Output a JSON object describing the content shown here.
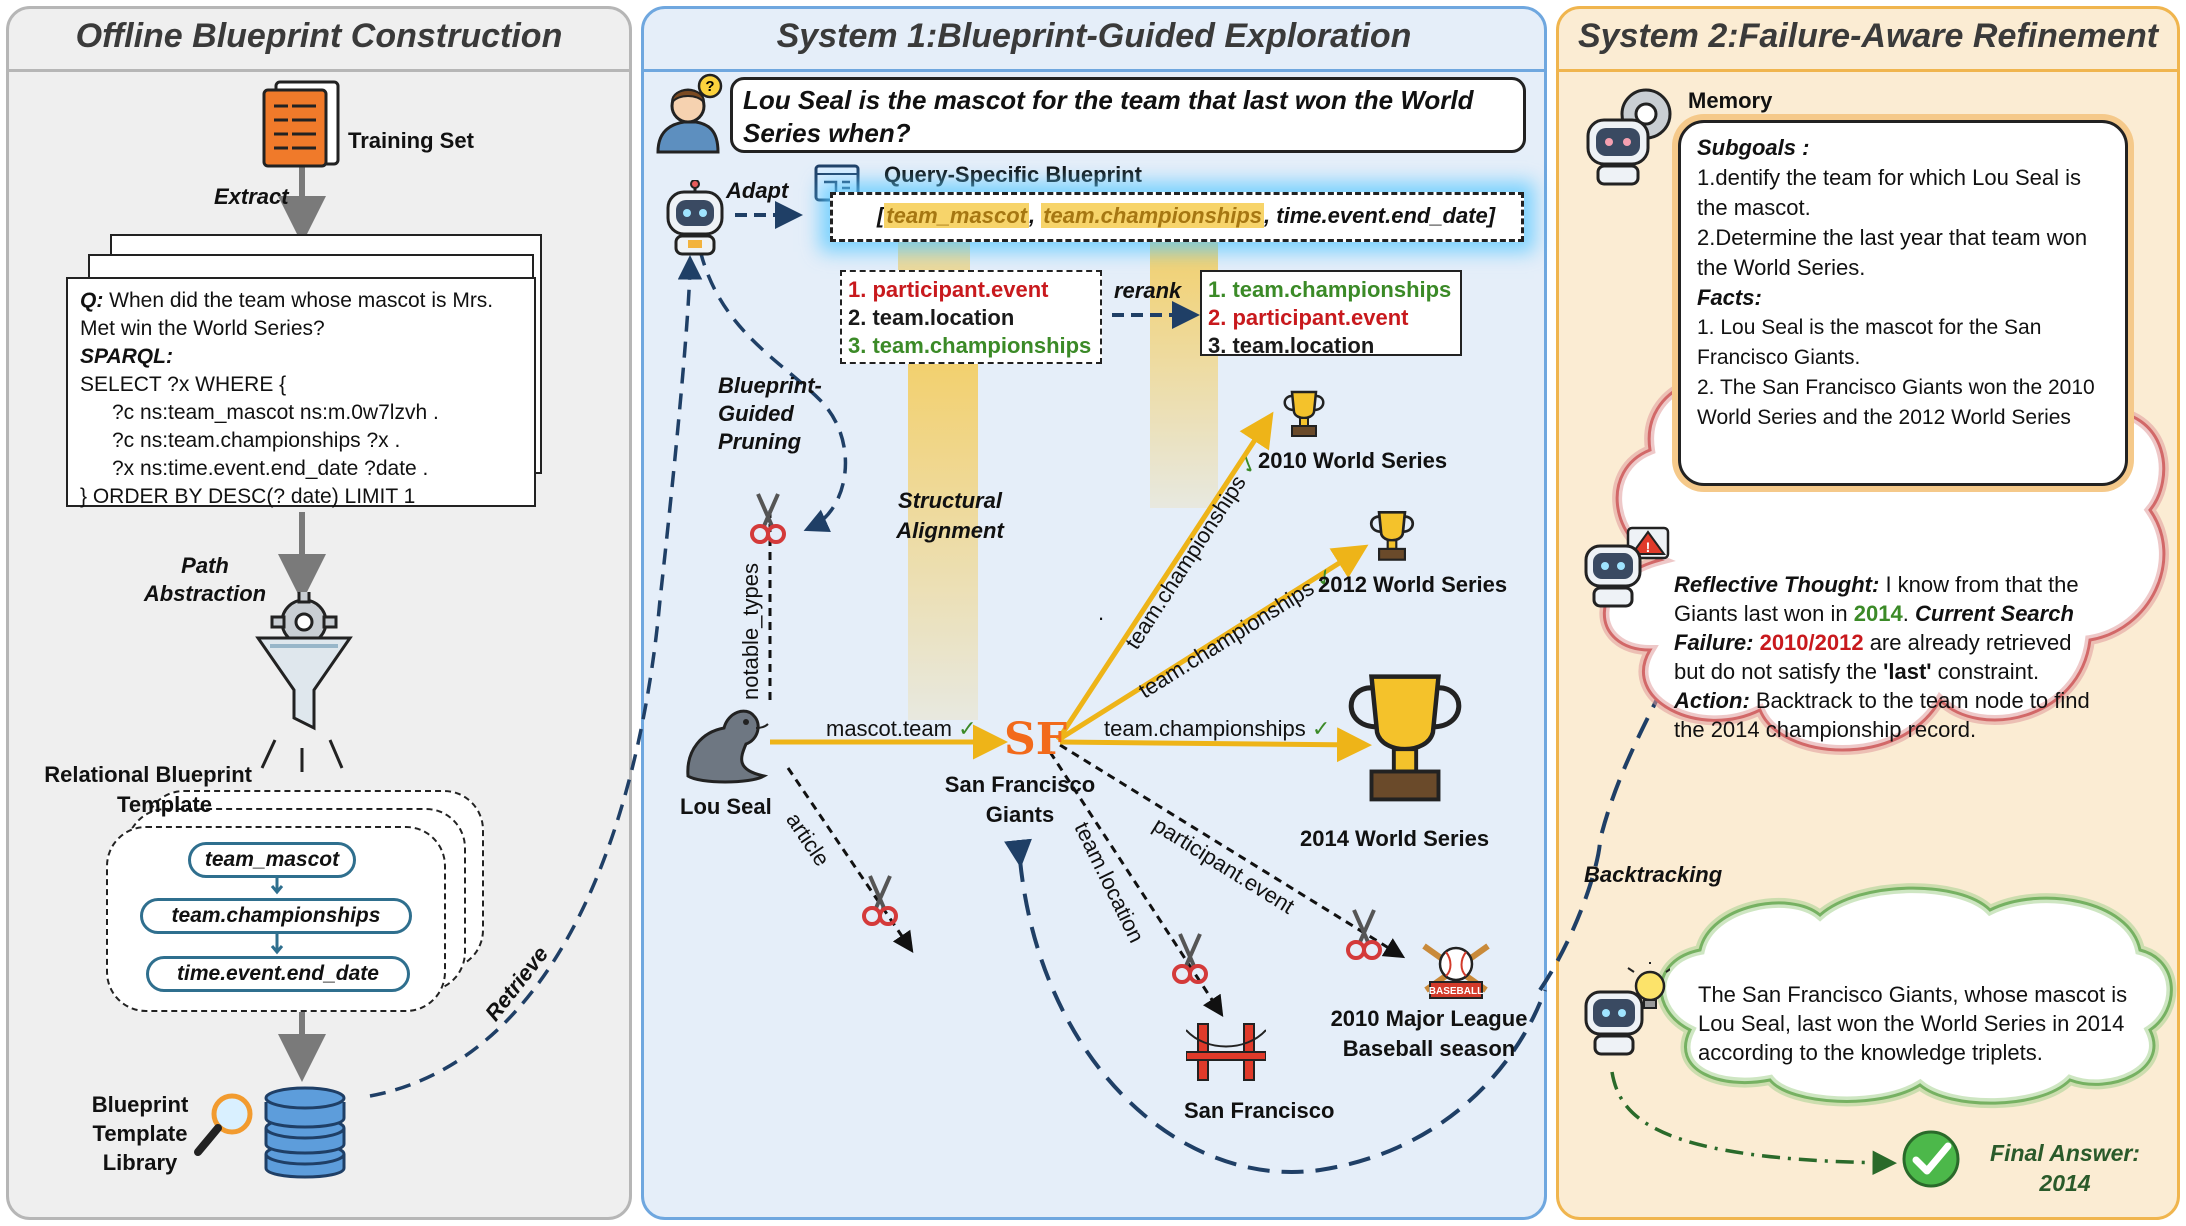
{
  "panels": {
    "offline": {
      "title": "Offline Blueprint Construction"
    },
    "system1": {
      "title": "System 1:Blueprint-Guided Exploration"
    },
    "system2": {
      "title": "System 2:Failure-Aware Refinement"
    }
  },
  "offline": {
    "training_set": "Training Set",
    "extract": "Extract",
    "query_card": {
      "q_label": "Q:",
      "q_text_1": " When did the team whose mascot is Mrs.",
      "q_text_2": "Met win the World Series?",
      "sparql_label": "SPARQL:",
      "lines": [
        "SELECT ?x WHERE {",
        "?c ns:team_mascot ns:m.0w7lzvh .",
        "?c ns:team.championships ?x .",
        "?x ns:time.event.end_date ?date .",
        "} ORDER BY DESC(? date) LIMIT 1"
      ]
    },
    "path_abstraction_1": "Path",
    "path_abstraction_2": "Abstraction",
    "rbt_1": "Relational Blueprint",
    "rbt_2": "Template",
    "pills": [
      "team_mascot",
      "team.championships",
      "time.event.end_date"
    ],
    "library_1": "Blueprint",
    "library_2": "Template",
    "library_3": "Library",
    "retrieve": "Retrieve"
  },
  "system1": {
    "question": "Lou Seal is the mascot for the team that last won the World Series when?",
    "adapt": "Adapt",
    "qsb_title": "Query-Specific Blueprint",
    "qsb": {
      "open": "[",
      "r1": "team_mascot",
      "sep1": ", ",
      "r2": "team.championships",
      "sep2": ", ",
      "r3": "time.event.end_date",
      "close": "]"
    },
    "list_before": [
      "1. participant.event",
      "2. team.location",
      "3. team.championships"
    ],
    "rerank": "rerank",
    "list_after": [
      "1. team.championships",
      "2. participant.event",
      "3. team.location"
    ],
    "bgp_1": "Blueprint-",
    "bgp_2": "Guided",
    "bgp_3": "Pruning",
    "structural_1": "Structural",
    "structural_2": "Alignment",
    "nodes": {
      "lou_seal": "Lou Seal",
      "sf_giants_1": "San Francisco",
      "sf_giants_2": "Giants",
      "ws2010": "2010 World Series",
      "ws2012": "2012 World Series",
      "ws2014": "2014 World Series",
      "sf": "San Francisco",
      "mlb_1": "2010 Major League",
      "mlb_2": "Baseball season"
    },
    "edges": {
      "notable_types": "notable_types",
      "mascot_team": "mascot.team",
      "article": "article",
      "champ1": "team.championships",
      "champ2": "team.championships",
      "champ3": "team.championships",
      "team_location": "team.location",
      "participant_event": "participant.event",
      "dot": "."
    },
    "check": "✓"
  },
  "system2": {
    "memory_title": "Memory",
    "subgoals_label": "Subgoals :",
    "subgoal_1": "1.dentify the team for which Lou Seal is the mascot.",
    "subgoal_2": "2.Determine the last year that team won the World Series.",
    "facts_label": "Facts:",
    "fact_1": "1. Lou Seal is the mascot for the San Francisco Giants.",
    "fact_2": "2. The San Francisco Giants won the 2010 World Series and the 2012 World Series",
    "reflect": {
      "rt_label": "Reflective Thought:",
      "rt_text": " I know from that the Giants last won in ",
      "rt_year": "2014",
      "rt_end": ".",
      "csf_label": "Current Search Failure:",
      "csf_years": " 2010/2012",
      "csf_text": " are already retrieved but do not satisfy the ",
      "csf_last": "'last'",
      "csf_end": " constraint.",
      "act_label": "Action:",
      "act_text": " Backtrack to the team node to find the 2014 championship record."
    },
    "backtracking": "Backtracking",
    "answer_text": "The San Francisco Giants, whose mascot is Lou Seal, last won the World Series in 2014 according to the knowledge triplets.",
    "final_label": "Final Answer:",
    "final_value": "2014"
  },
  "colors": {
    "gold": "#eeb418",
    "navy": "#1f3f66",
    "red": "#c8191d",
    "green": "#3b8a27"
  }
}
